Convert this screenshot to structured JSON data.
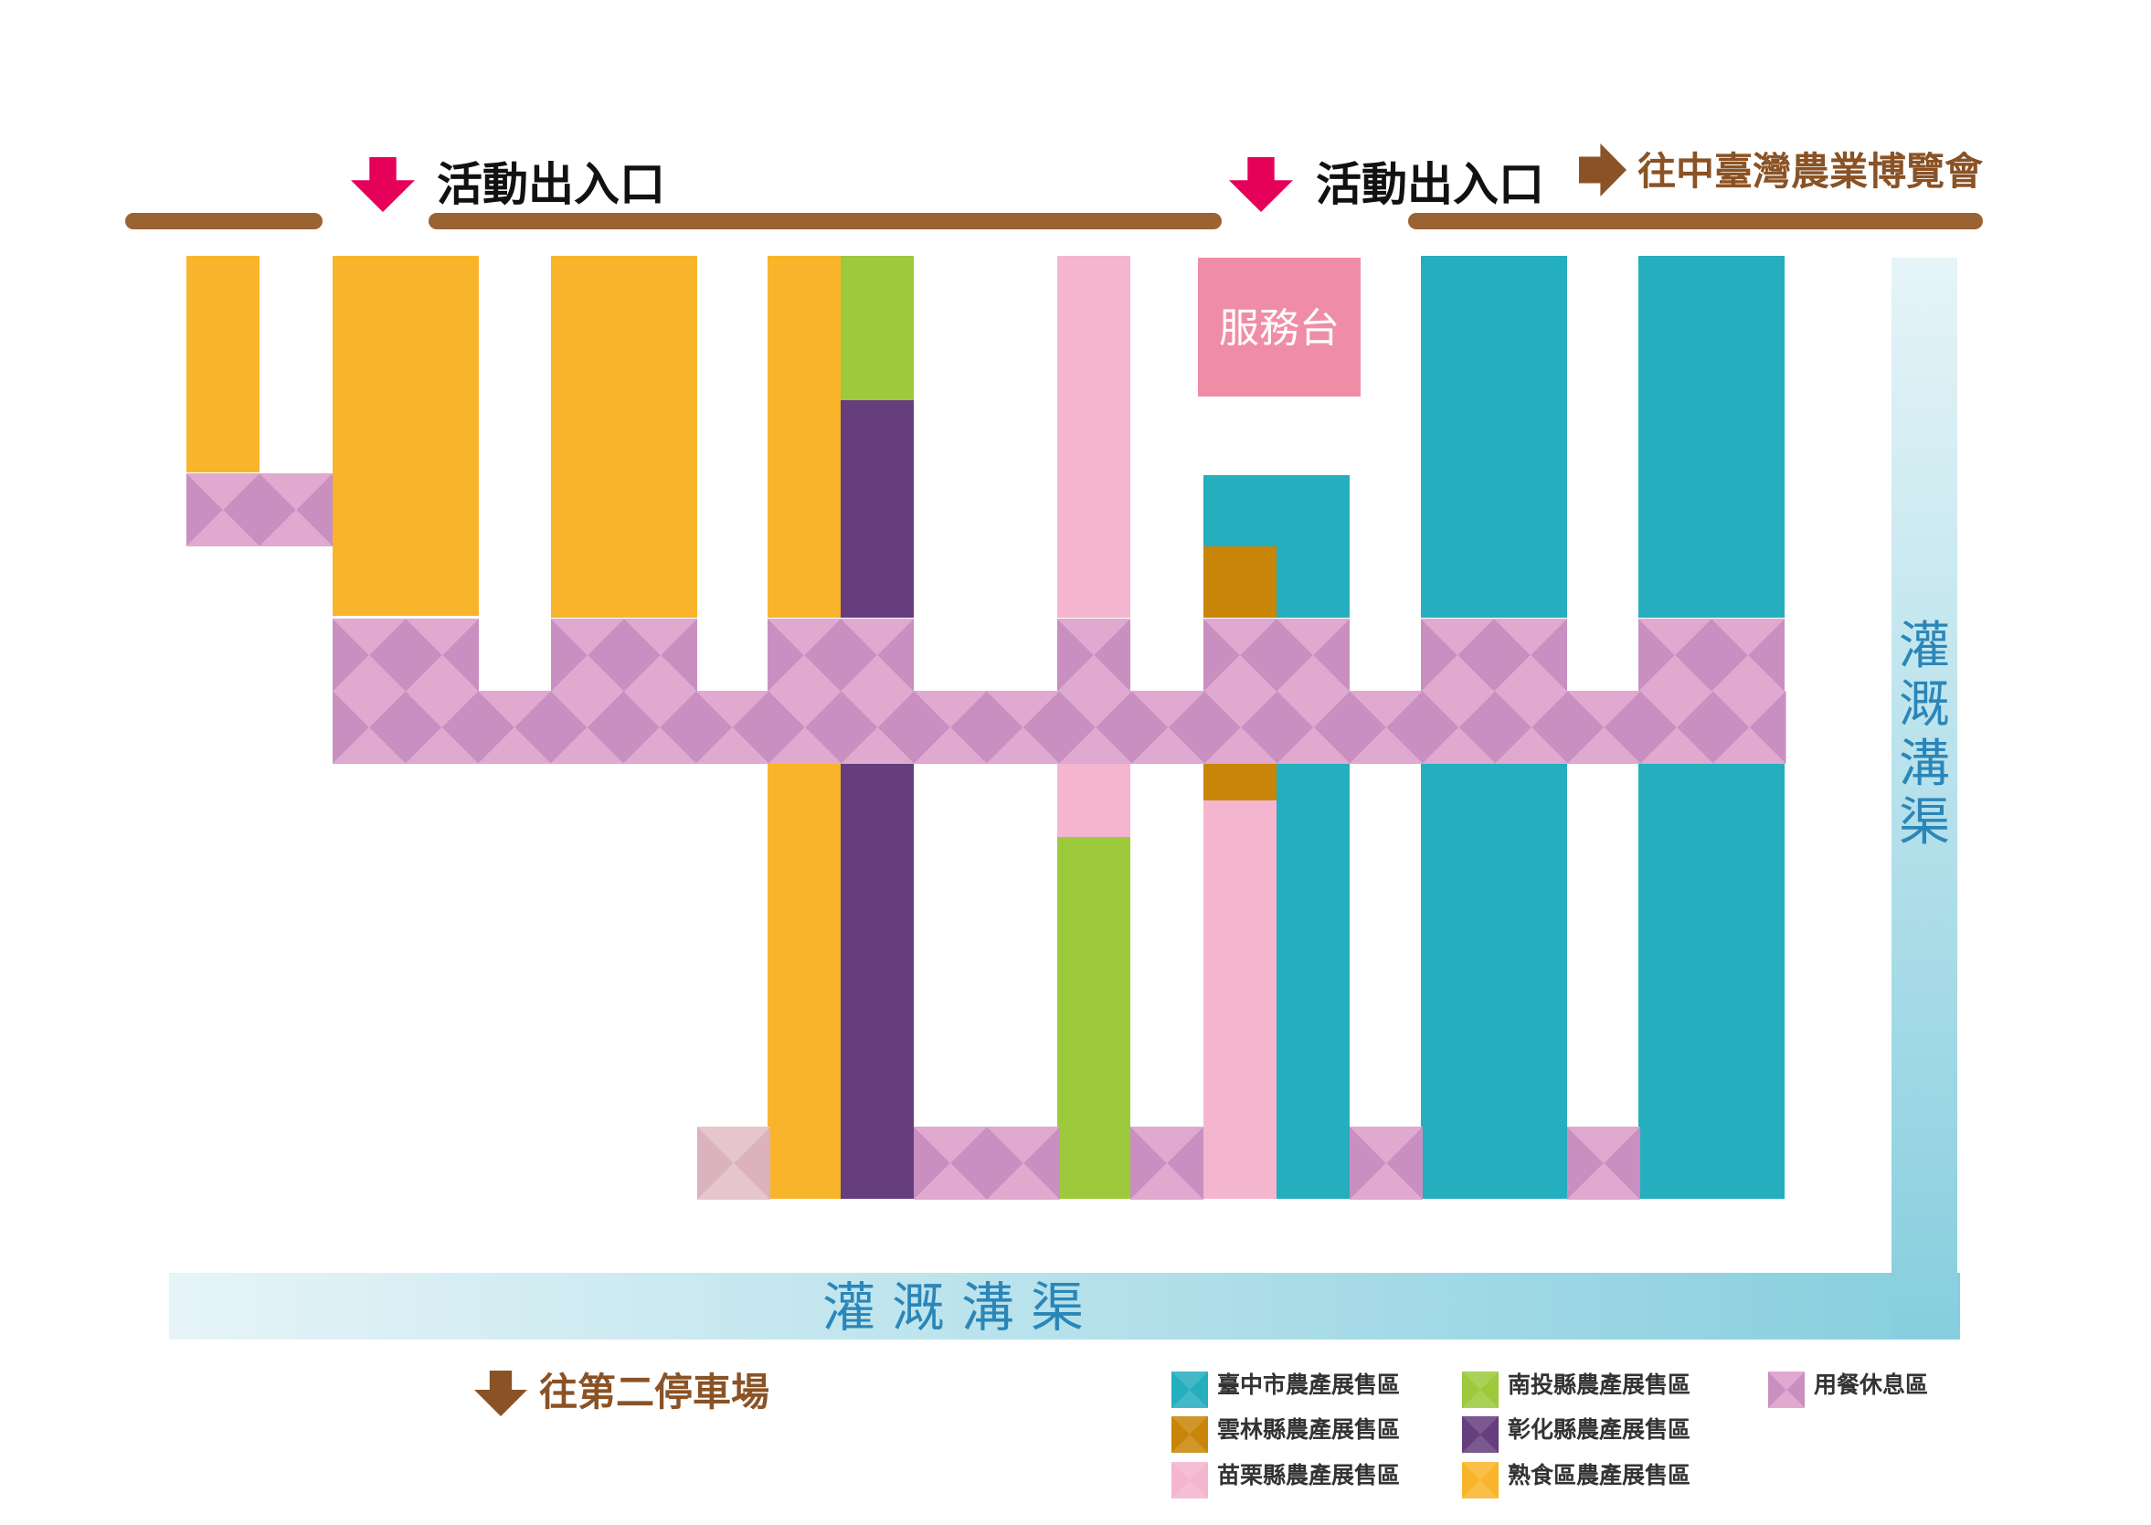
{
  "labels": {
    "entrance_1": "活動出入口",
    "entrance_2": "活動出入口",
    "to_expo": "往中臺灣農業博覽會",
    "to_parking": "往第二停車場",
    "service_desk": "服務台",
    "canal_bottom": "灌溉溝渠",
    "canal_right": "灌溉溝渠"
  },
  "colors": {
    "taichung": "#25aebe",
    "yunlin": "#c98507",
    "miaoli": "#f4b5cf",
    "nantou": "#9cca3c",
    "changhua": "#663d7d",
    "food": "#f8b52b",
    "rest_light": "#e0a9d0",
    "rest_dark": "#c98fc1",
    "rest_pale": "#e6c6cd",
    "rest_pale_dark": "#dcb2bd",
    "service": "#f08da6",
    "path": "#9b6232",
    "entrance_arrow": "#e5005a",
    "direction_arrow": "#8a5225",
    "canal_light": "#e6f4f8",
    "canal_dark": "#86cede"
  },
  "legend": [
    {
      "label": "臺中市農產展售區",
      "key": "taichung"
    },
    {
      "label": "雲林縣農產展售區",
      "key": "yunlin"
    },
    {
      "label": "苗栗縣農產展售區",
      "key": "miaoli"
    },
    {
      "label": "南投縣農產展售區",
      "key": "nantou"
    },
    {
      "label": "彰化縣農產展售區",
      "key": "changhua"
    },
    {
      "label": "熟食區農產展售區",
      "key": "food"
    },
    {
      "label": "用餐休息區",
      "key": "rest"
    }
  ]
}
